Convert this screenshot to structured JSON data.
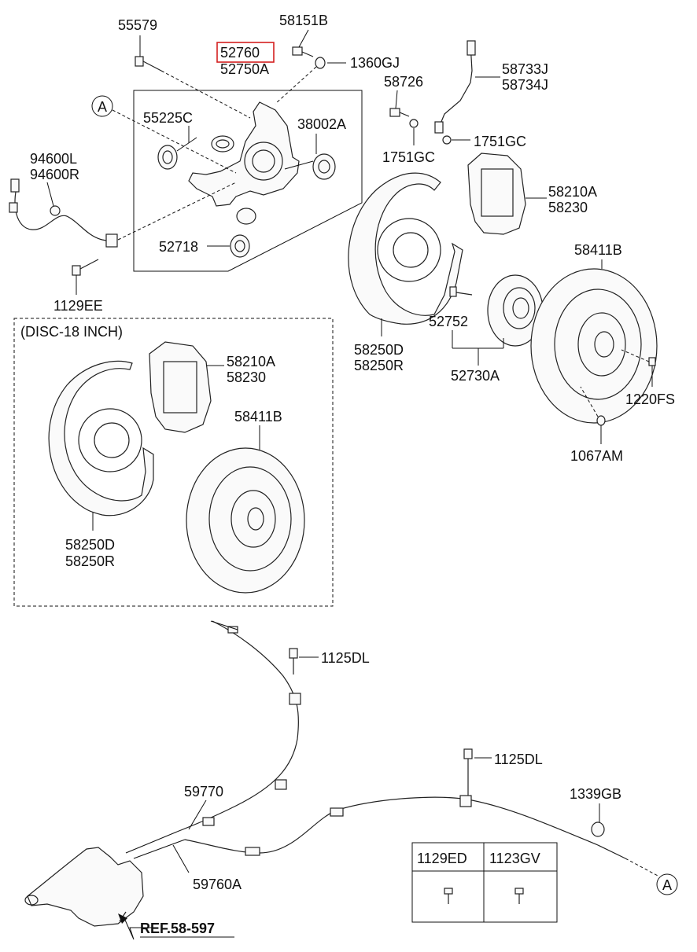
{
  "labels": {
    "p55579": "55579",
    "p52760": "52760",
    "p52750A": "52750A",
    "p58151B": "58151B",
    "p1360GJ": "1360GJ",
    "p58733J": "58733J",
    "p58734J": "58734J",
    "p58726": "58726",
    "p55225C": "55225C",
    "p38002A": "38002A",
    "p1751GC_a": "1751GC",
    "p1751GC_b": "1751GC",
    "p94600L": "94600L",
    "p94600R": "94600R",
    "p58210A_a": "58210A",
    "p58230_a": "58230",
    "p52718": "52718",
    "p58411B_a": "58411B",
    "p1129EE": "1129EE",
    "p52752": "52752",
    "p58250D_a": "58250D",
    "p58250R_a": "58250R",
    "p52730A": "52730A",
    "p1220FS": "1220FS",
    "p1067AM": "1067AM",
    "disc18": "(DISC-18 INCH)",
    "p58210A_b": "58210A",
    "p58230_b": "58230",
    "p58411B_b": "58411B",
    "p58250D_b": "58250D",
    "p58250R_b": "58250R",
    "p1125DL_a": "1125DL",
    "p1125DL_b": "1125DL",
    "p1339GB": "1339GB",
    "p59770": "59770",
    "p59760A": "59760A",
    "ref": "REF.58-597",
    "refA_top": "A",
    "refA_bottom": "A"
  },
  "table": {
    "headers": [
      "1129ED",
      "1123GV"
    ]
  },
  "highlight": {
    "part": "52760",
    "color": "#d42020"
  }
}
